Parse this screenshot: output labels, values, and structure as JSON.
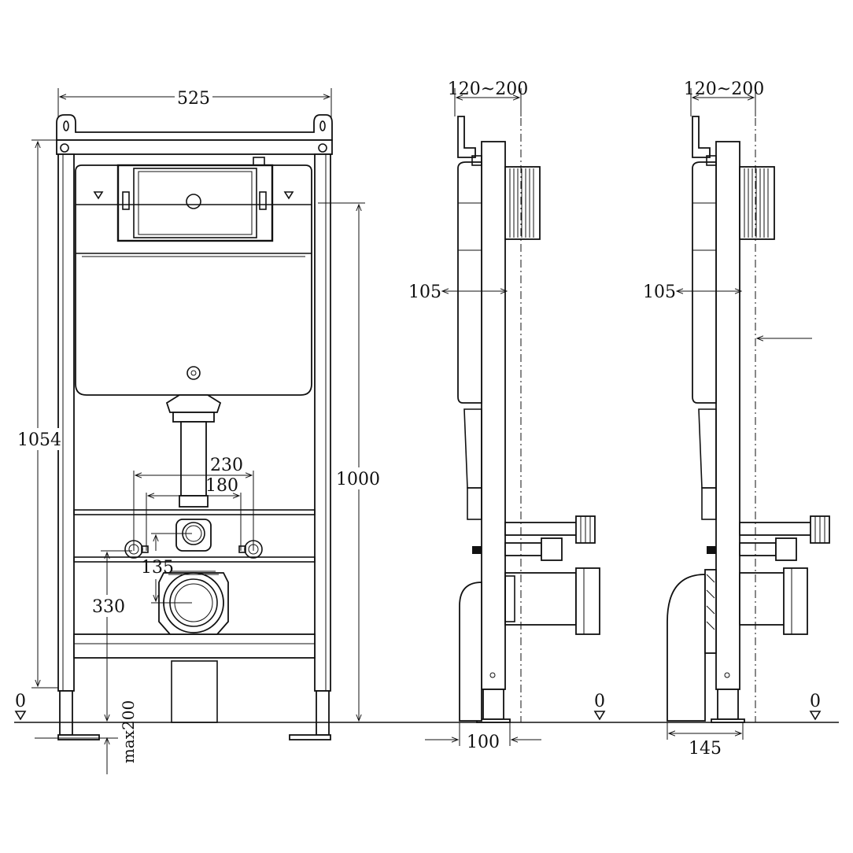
{
  "dimensions": {
    "front": {
      "width": "525",
      "total_height": "1054",
      "height_to_flush": "1000",
      "pipe_spacing_outer": "230",
      "pipe_spacing_inner": "180",
      "inlet_offset": "135",
      "outlet_height": "330",
      "leg_extension": "max200",
      "floor_level": "0"
    },
    "side_a": {
      "wall_range": "120~200",
      "depth": "105",
      "base_depth": "100",
      "floor_level": "0"
    },
    "side_b": {
      "wall_range": "120~200",
      "depth": "105",
      "base_depth": "145",
      "floor_level": "0"
    }
  }
}
